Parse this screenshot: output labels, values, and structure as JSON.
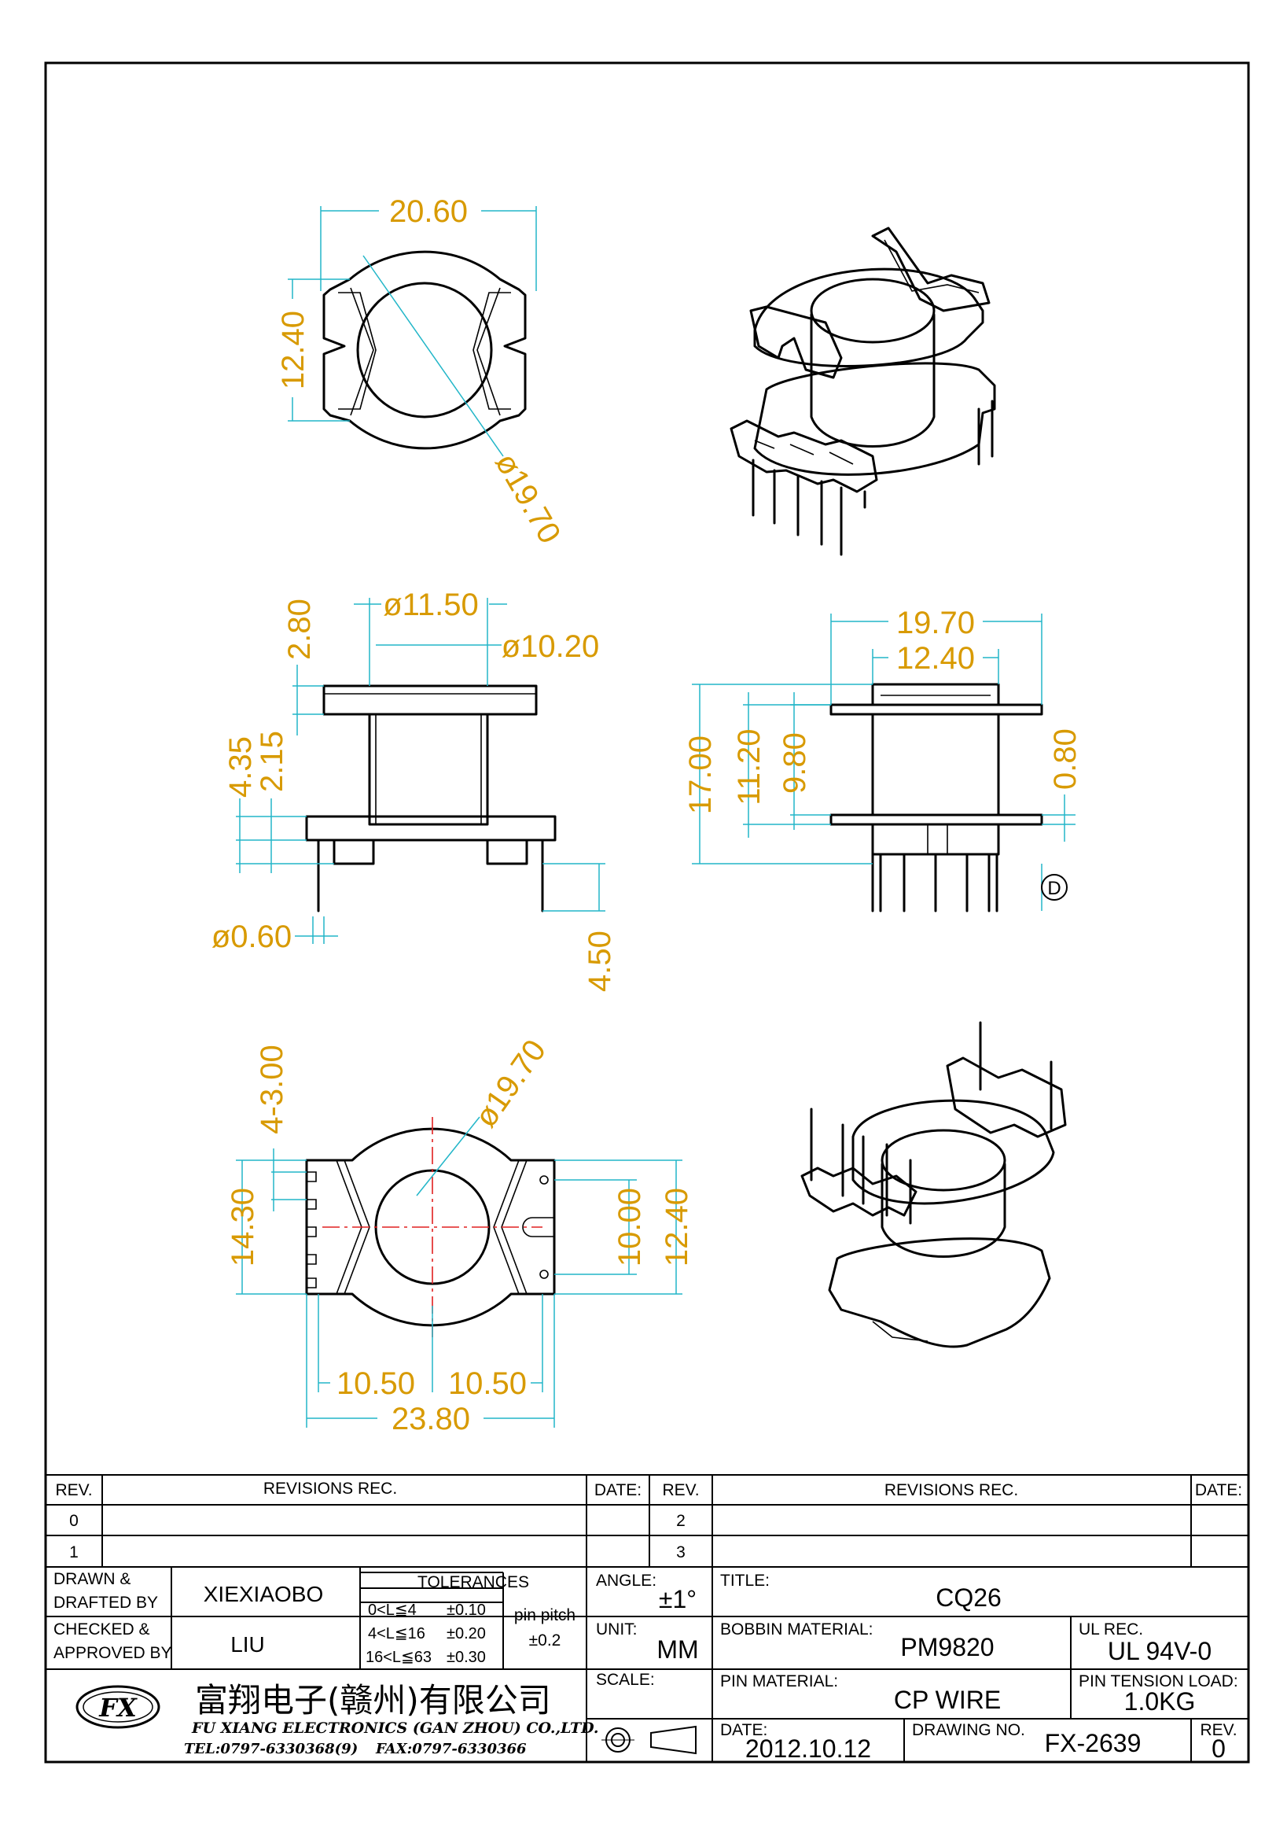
{
  "views": {
    "top": {
      "width": "20.60",
      "height": "12.40",
      "diameter": "ø19.70"
    },
    "front": {
      "inner_dia": "ø11.50",
      "outer_dia": "ø10.20",
      "flange_top": "2.80",
      "h1": "4.35",
      "h2": "2.15",
      "pin_dia": "ø0.60",
      "pin_len": "4.50"
    },
    "side": {
      "width": "19.70",
      "inner": "12.40",
      "total_h": "17.00",
      "h1": "11.20",
      "h2": "9.80",
      "thk": "0.80",
      "mark": "D"
    },
    "bottom": {
      "slot": "4-3.00",
      "diameter": "ø19.70",
      "height_l": "14.30",
      "height_r1": "10.00",
      "height_r2": "12.40",
      "half_l": "10.50",
      "half_r": "10.50",
      "width": "23.80"
    }
  },
  "title_block": {
    "revisions": {
      "rev_header": "REV.",
      "rec_header": "REVISIONS   REC.",
      "date_header": "DATE:",
      "rows_left": [
        "0",
        "1"
      ],
      "rows_right": [
        "2",
        "3"
      ]
    },
    "drawn_label_1": "DRAWN  &",
    "drawn_label_2": "DRAFTED  BY",
    "drawn_value": "XIEXIAOBO",
    "checked_label_1": "CHECKED  &",
    "checked_label_2": "APPROVED  BY",
    "checked_value": "LIU",
    "tolerances": {
      "header": "TOLERANCES",
      "rows": [
        {
          "range": "0<L≦4",
          "tol": "±0.10"
        },
        {
          "range": "4<L≦16",
          "tol": "±0.20"
        },
        {
          "range": "16<L≦63",
          "tol": "±0.30"
        }
      ],
      "pin_pitch_label": "pin  pitch",
      "pin_pitch_value": "±0.2"
    },
    "angle_label": "ANGLE:",
    "angle_value": "±1°",
    "unit_label": "UNIT:",
    "unit_value": "MM",
    "scale_label": "SCALE:",
    "title_label": "TITLE:",
    "title_value": "CQ26",
    "bobbin_label": "BOBBIN  MATERIAL:",
    "bobbin_value": "PM9820",
    "ul_label": "UL  REC.",
    "ul_value": "UL  94V-0",
    "pin_mat_label": "PIN  MATERIAL:",
    "pin_mat_value": "CP  WIRE",
    "tension_label": "PIN  TENSION  LOAD:",
    "tension_value": "1.0KG",
    "date_label": "DATE:",
    "date_value": "2012.10.12",
    "drawing_no_label": "DRAWING  NO.",
    "drawing_no_value": "FX-2639",
    "rev_label": "REV.",
    "rev_value": "0",
    "company_cn": "富翔电子(赣州)有限公司",
    "company_en": "FU XIANG ELECTRONICS (GAN ZHOU) CO.,LTD.",
    "tel": "TEL:0797-6330368(9)",
    "fax": "FAX:0797-6330366",
    "logo_text": "FX"
  }
}
